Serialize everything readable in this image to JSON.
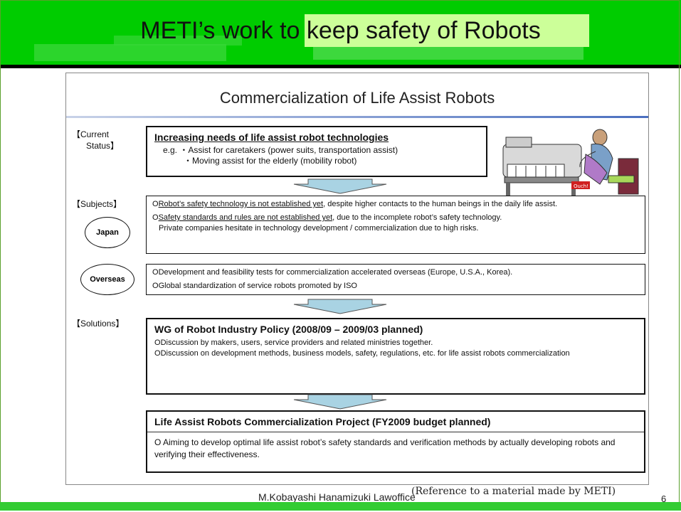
{
  "page": {
    "title": "METI’s work to keep safety of Robots",
    "page_number": "6"
  },
  "slide": {
    "title": "Commercialization of Life Assist Robots",
    "labels": {
      "current_status_1": "【Current",
      "current_status_2": "Status】",
      "subjects": "【Subjects】",
      "solutions": "【Solutions】"
    },
    "ovals": {
      "japan": "Japan",
      "overseas": "Overseas"
    },
    "current": {
      "heading": "Increasing needs of life assist robot technologies",
      "eg": "e.g.",
      "line1": "・Assist for caretakers (power suits, transportation assist)",
      "line2": "・Moving assist for the elderly (mobility robot)"
    },
    "illustration": {
      "ouch_text": "Ouch!"
    },
    "japan": {
      "p1_u": "Robot’s safety technology is not established yet",
      "p1_rest": ", despite higher contacts to the human beings in the daily life assist.",
      "p2_u": "Safety standards and rules are not established yet",
      "p2_rest": ", due to the incomplete robot’s safety technology.",
      "p2_line2": "Private companies hesitate in technology development / commercialization due to high risks."
    },
    "overseas": {
      "p1": "Development and feasibility tests for commercialization accelerated overseas (Europe, U.S.A., Korea).",
      "p2": "Global standardization of service robots promoted by ISO"
    },
    "wg": {
      "heading": "WG of Robot Industry Policy (2008/09 – 2009/03 planned)",
      "p1": "Discussion by makers, users, service providers and related ministries together.",
      "p2": "Discussion on development methods, business models, safety, regulations, etc. for life assist robots commercialization"
    },
    "project": {
      "heading": "Life Assist Robots Commercialization Project (FY2009 budget planned)",
      "p1": "Aiming to develop optimal life assist robot’s safety standards and verification methods by actually developing robots and verifying their effectiveness."
    },
    "bullet": "O"
  },
  "footer": {
    "author": "M.Kobayashi Hanamizuki Lawoffice",
    "reference": "(Reference to a material made by METI)"
  }
}
